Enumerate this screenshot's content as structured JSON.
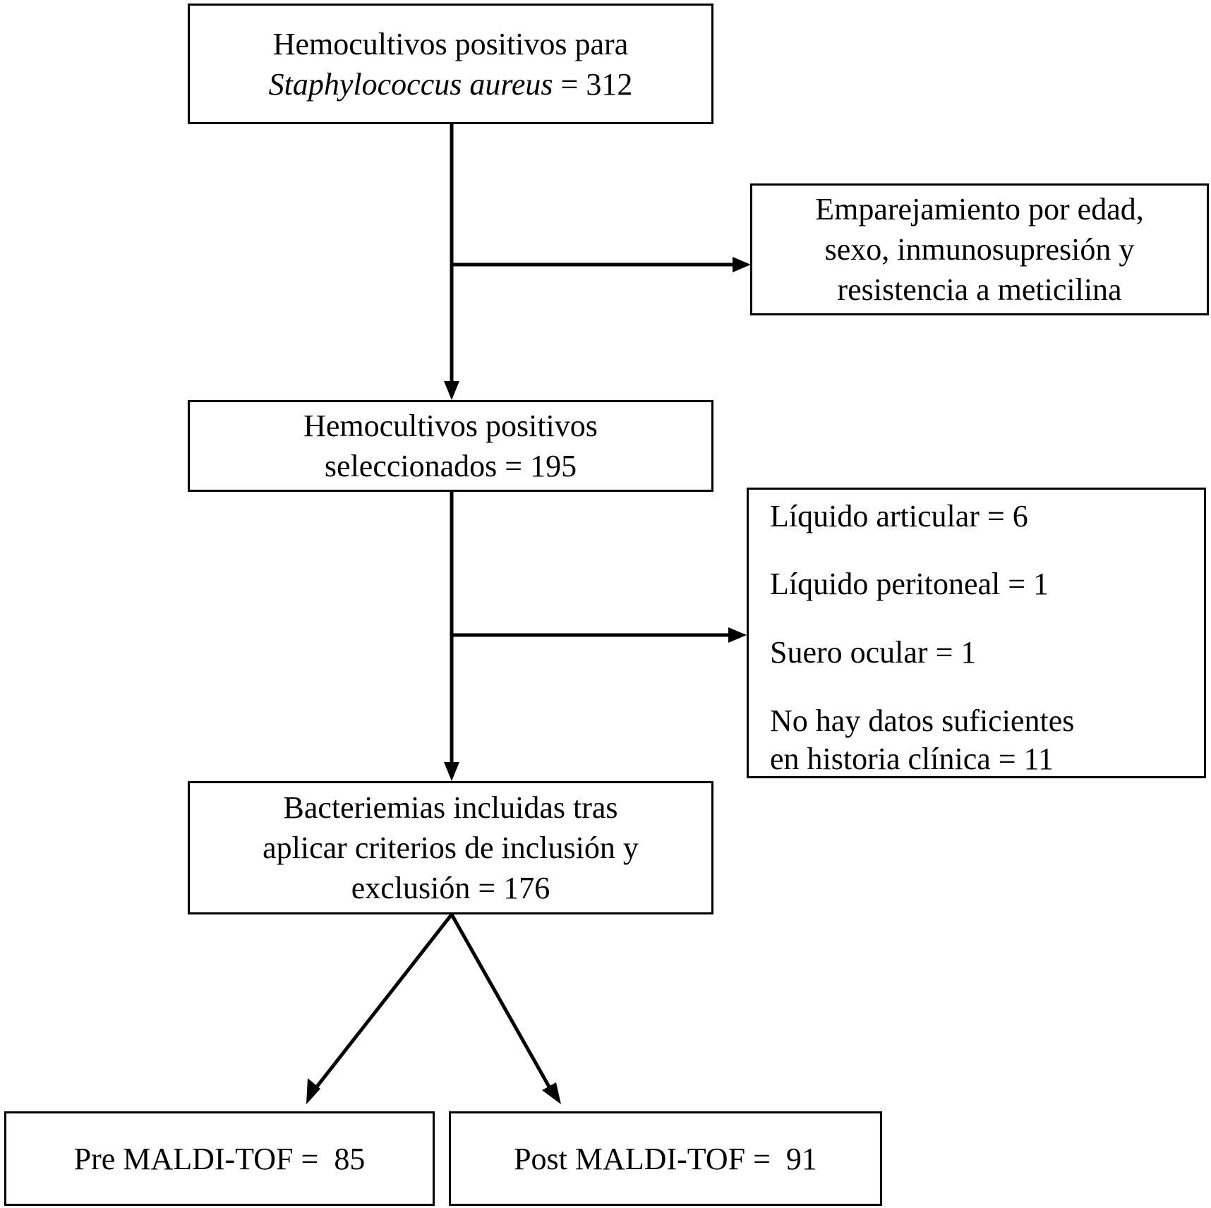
{
  "boxes": {
    "initial": {
      "line1": "Hemocultivos positivos para",
      "organism": "Staphylococcus aureus",
      "count_text": " = 312"
    },
    "matching": {
      "lines": [
        "Emparejamiento por edad,",
        "sexo, inmunosupresión y",
        "resistencia a meticilina"
      ]
    },
    "selected": {
      "lines": [
        "Hemocultivos positivos",
        "seleccionados = 195"
      ]
    },
    "exclusions": {
      "items": [
        "Líquido articular = 6",
        "Líquido peritoneal = 1",
        "Suero ocular = 1",
        "No hay datos suficientes",
        "en historia clínica = 11"
      ]
    },
    "included": {
      "lines": [
        "Bacteriemias incluidas tras",
        "aplicar criterios de inclusión y",
        "exclusión = 176"
      ]
    },
    "pre": {
      "text": "Pre MALDI-TOF =  85"
    },
    "post": {
      "text": "Post MALDI-TOF =  91"
    }
  },
  "colors": {
    "stroke": "#000000",
    "background": "#ffffff"
  }
}
